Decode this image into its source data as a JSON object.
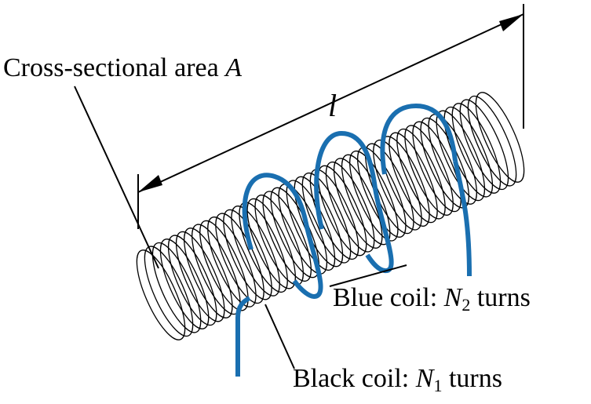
{
  "labels": {
    "area": {
      "text": "Cross-sectional area ",
      "symbol": "A"
    },
    "length": {
      "symbol": "l"
    },
    "blue_coil": {
      "prefix": "Blue coil: ",
      "symbol": "N",
      "subscript": "2",
      "suffix": " turns"
    },
    "black_coil": {
      "prefix": "Black coil: ",
      "symbol": "N",
      "subscript": "1",
      "suffix": " turns"
    }
  },
  "colors": {
    "black_coil": "#000000",
    "blue_coil": "#1a6fb0",
    "leader_lines": "#000000"
  },
  "coils": {
    "black_coil_turns_drawn": 44,
    "blue_coil_turns_drawn": 3
  }
}
